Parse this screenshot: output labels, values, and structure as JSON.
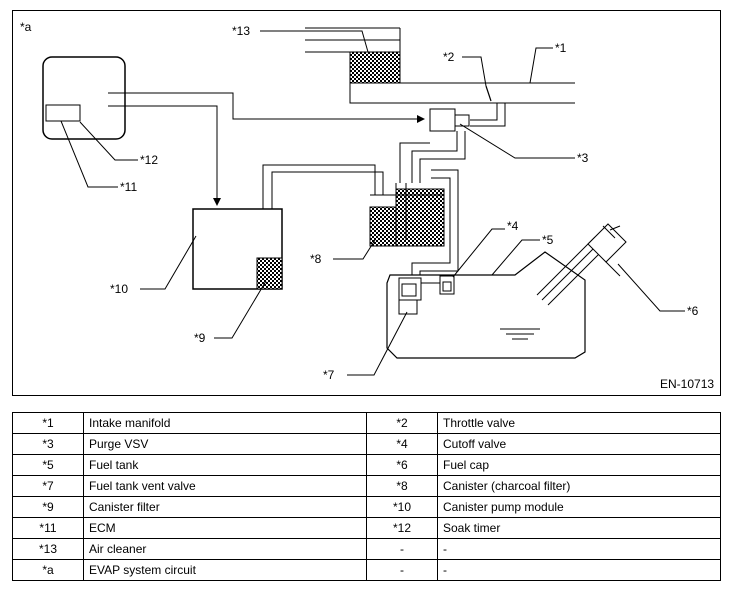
{
  "figure": {
    "corner_label": "*a",
    "figure_code": "EN-10713",
    "callouts": {
      "c1": "*1",
      "c2": "*2",
      "c3": "*3",
      "c4": "*4",
      "c5": "*5",
      "c6": "*6",
      "c7": "*7",
      "c8": "*8",
      "c9": "*9",
      "c10": "*10",
      "c11": "*11",
      "c12": "*12",
      "c13": "*13"
    }
  },
  "legend": {
    "rows": [
      {
        "n1": "*1",
        "t1": "Intake manifold",
        "n2": "*2",
        "t2": "Throttle valve"
      },
      {
        "n1": "*3",
        "t1": "Purge VSV",
        "n2": "*4",
        "t2": "Cutoff valve"
      },
      {
        "n1": "*5",
        "t1": "Fuel tank",
        "n2": "*6",
        "t2": "Fuel cap"
      },
      {
        "n1": "*7",
        "t1": "Fuel tank vent valve",
        "n2": "*8",
        "t2": "Canister (charcoal filter)"
      },
      {
        "n1": "*9",
        "t1": "Canister filter",
        "n2": "*10",
        "t2": "Canister pump module"
      },
      {
        "n1": "*11",
        "t1": "ECM",
        "n2": "*12",
        "t2": "Soak timer"
      },
      {
        "n1": "*13",
        "t1": "Air cleaner",
        "n2": "-",
        "t2": "-"
      },
      {
        "n1": "*a",
        "t1": "EVAP system circuit",
        "n2": "-",
        "t2": "-"
      }
    ]
  }
}
